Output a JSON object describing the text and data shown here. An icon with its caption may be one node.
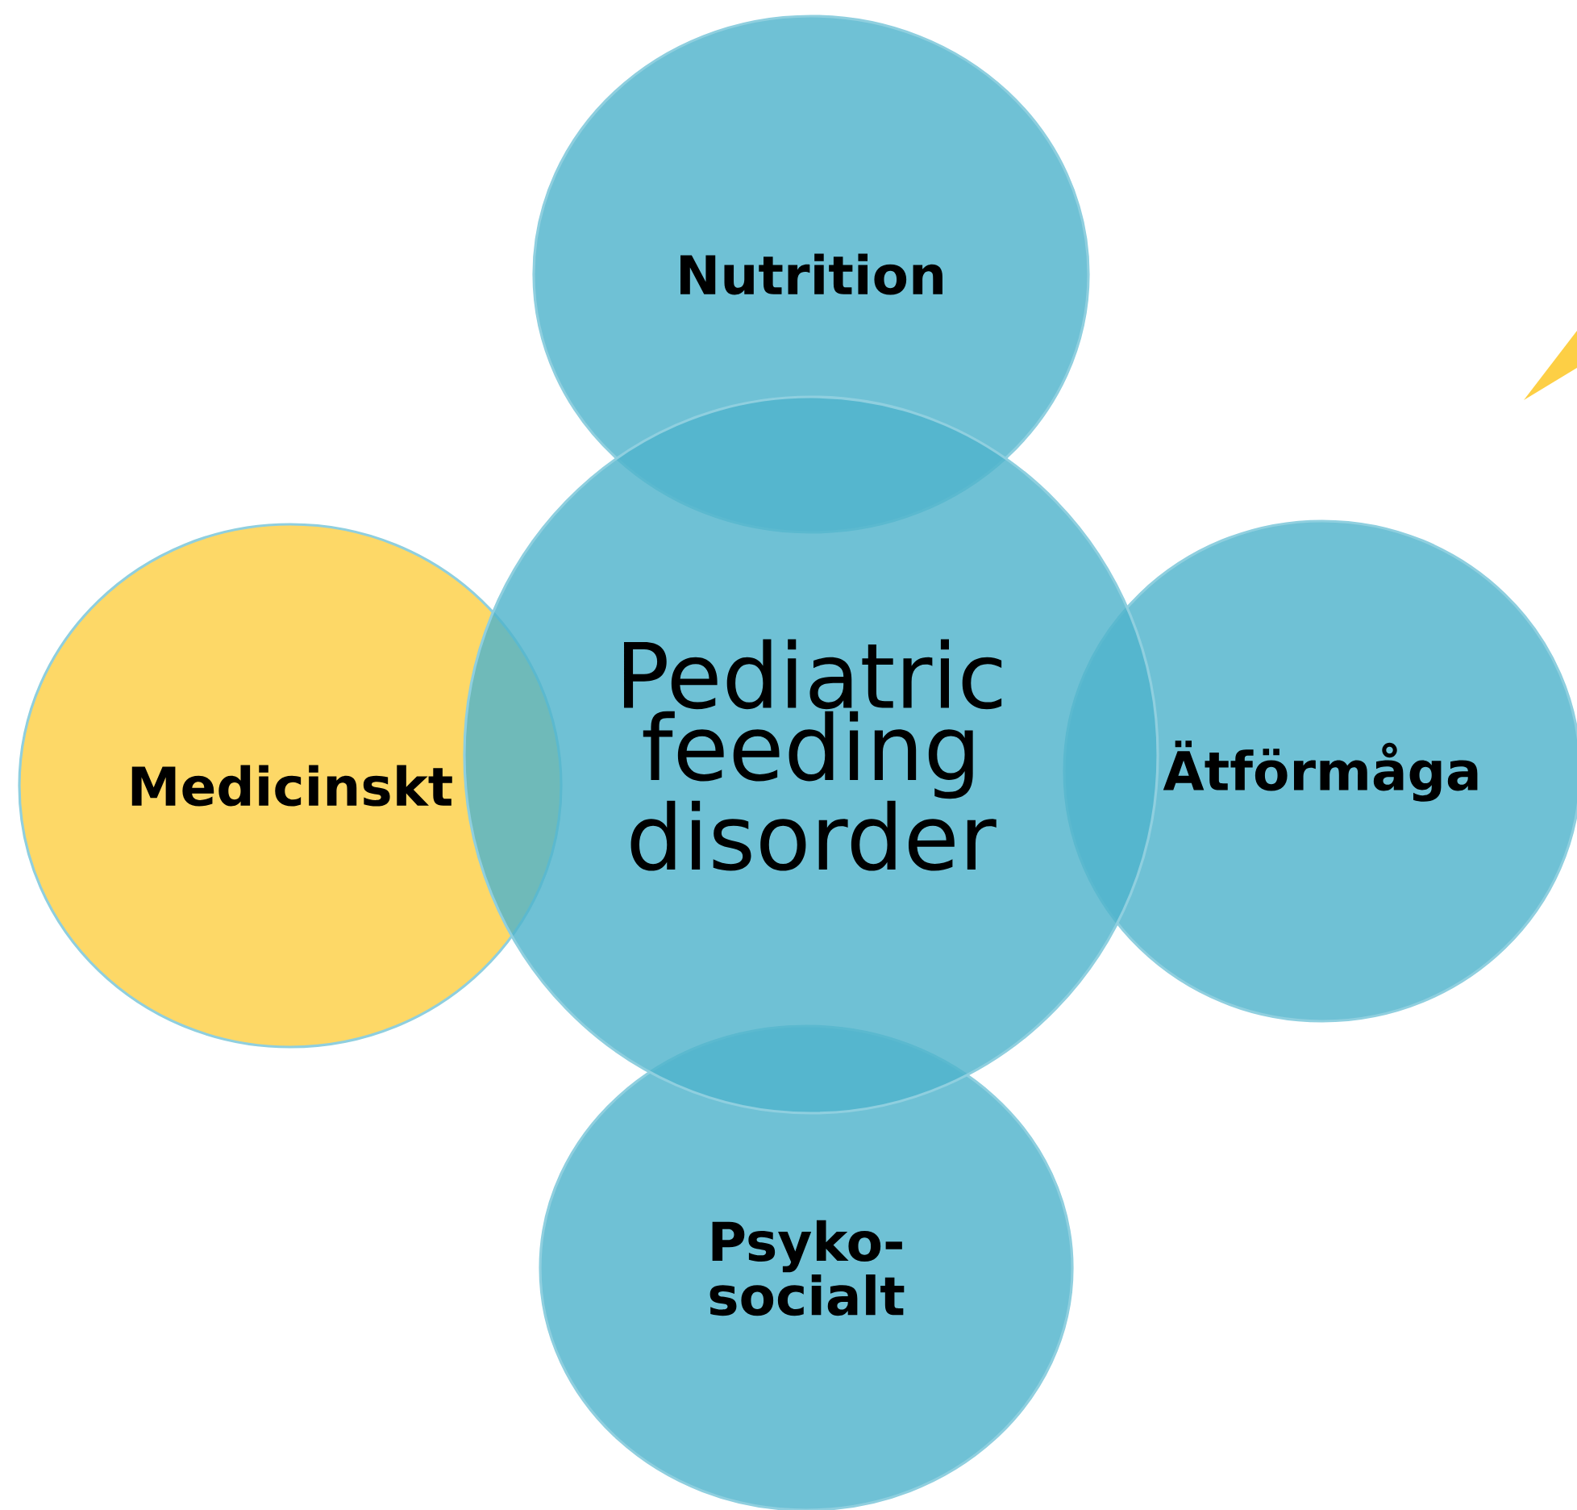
{
  "diagram": {
    "nodes": [
      {
        "text": [
          "Nutrition"
        ]
      },
      {
        "text": [
          "Medicinskt"
        ]
      },
      {
        "text": [
          "Pediatric feeding disorder"
        ]
      },
      {
        "text": [
          "Ätförmåga"
        ]
      },
      {
        "text": [
          "Psyko- socialt"
        ]
      }
    ]
  }
}
